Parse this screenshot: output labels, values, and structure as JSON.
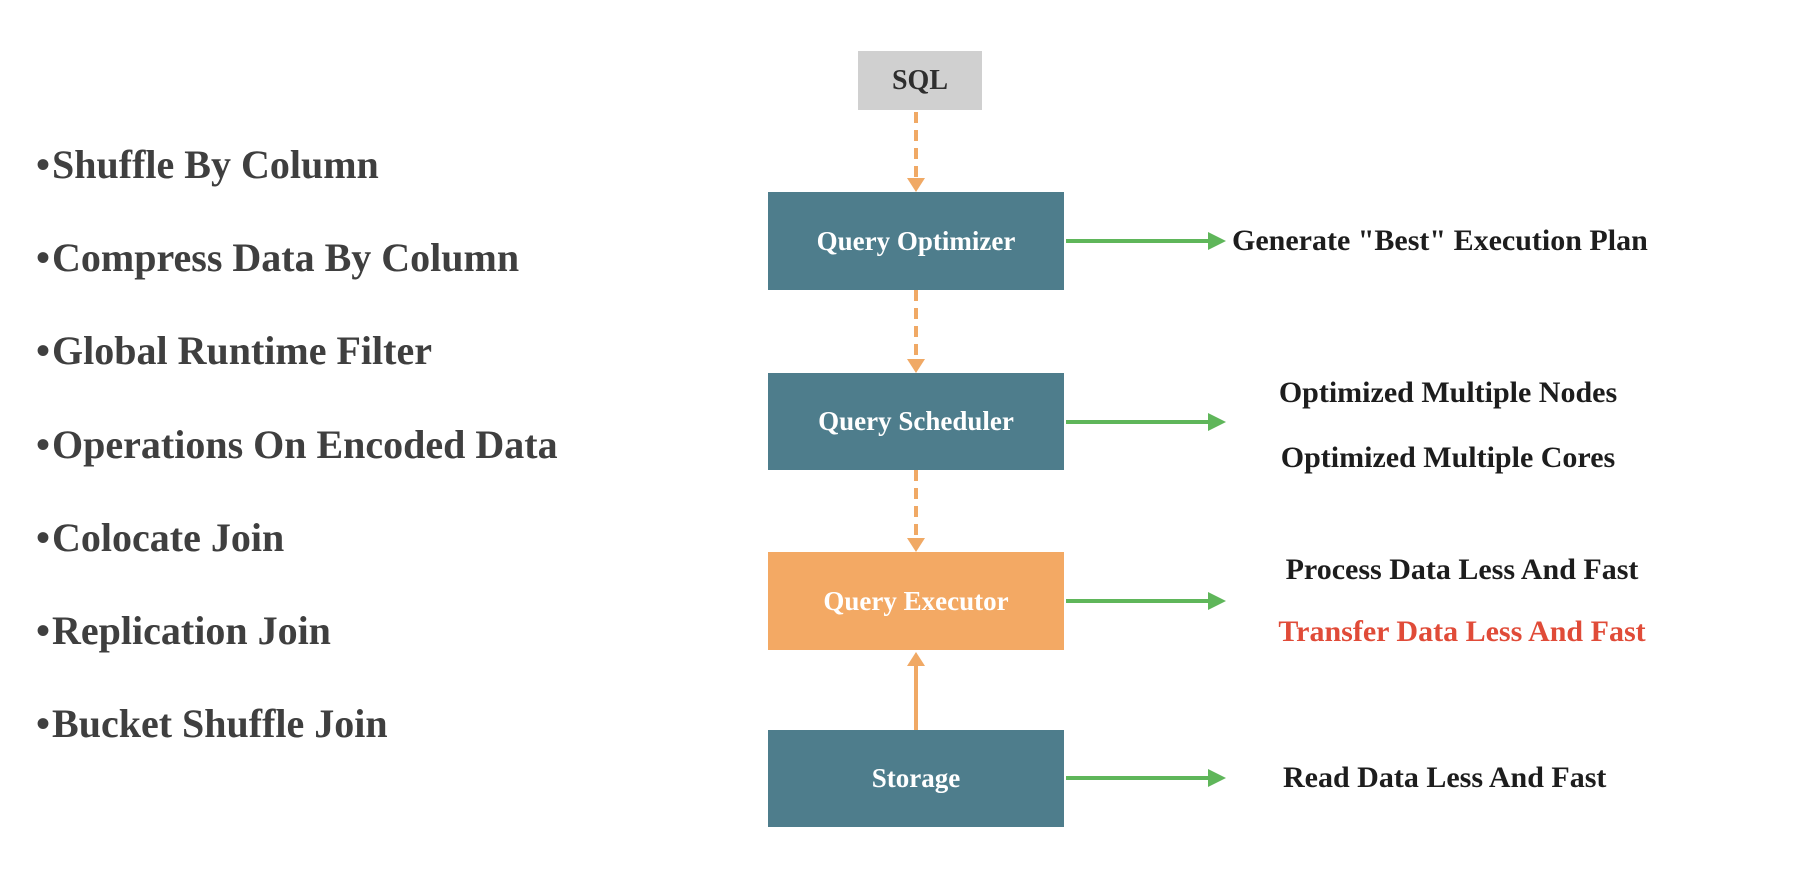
{
  "features": {
    "bullet": "•",
    "items": [
      "Shuffle By Column",
      "Compress Data By Column",
      "Global Runtime Filter",
      "Operations On Encoded Data",
      "Colocate Join",
      "Replication Join",
      "Bucket Shuffle Join"
    ]
  },
  "flow": {
    "nodes": [
      {
        "label": "SQL"
      },
      {
        "label": "Query Optimizer"
      },
      {
        "label": "Query Scheduler"
      },
      {
        "label": "Query Executor"
      },
      {
        "label": "Storage"
      }
    ]
  },
  "outputs": {
    "optimizer": "Generate \"Best\" Execution Plan",
    "scheduler_line1": "Optimized Multiple Nodes",
    "scheduler_line2": "Optimized Multiple Cores",
    "executor_line1": "Process Data Less And Fast",
    "executor_line2": "Transfer Data Less And Fast",
    "storage": "Read Data Less And Fast"
  },
  "colors": {
    "node_teal": "#4e7d8c",
    "node_orange": "#f3a964",
    "node_gray": "#d0d0d0",
    "connector_orange": "#f0a965",
    "arrow_green": "#5fb65a",
    "text_dark_gray": "#3f3f3f",
    "text_black": "#1d1d1d",
    "text_red": "#e04b38"
  }
}
